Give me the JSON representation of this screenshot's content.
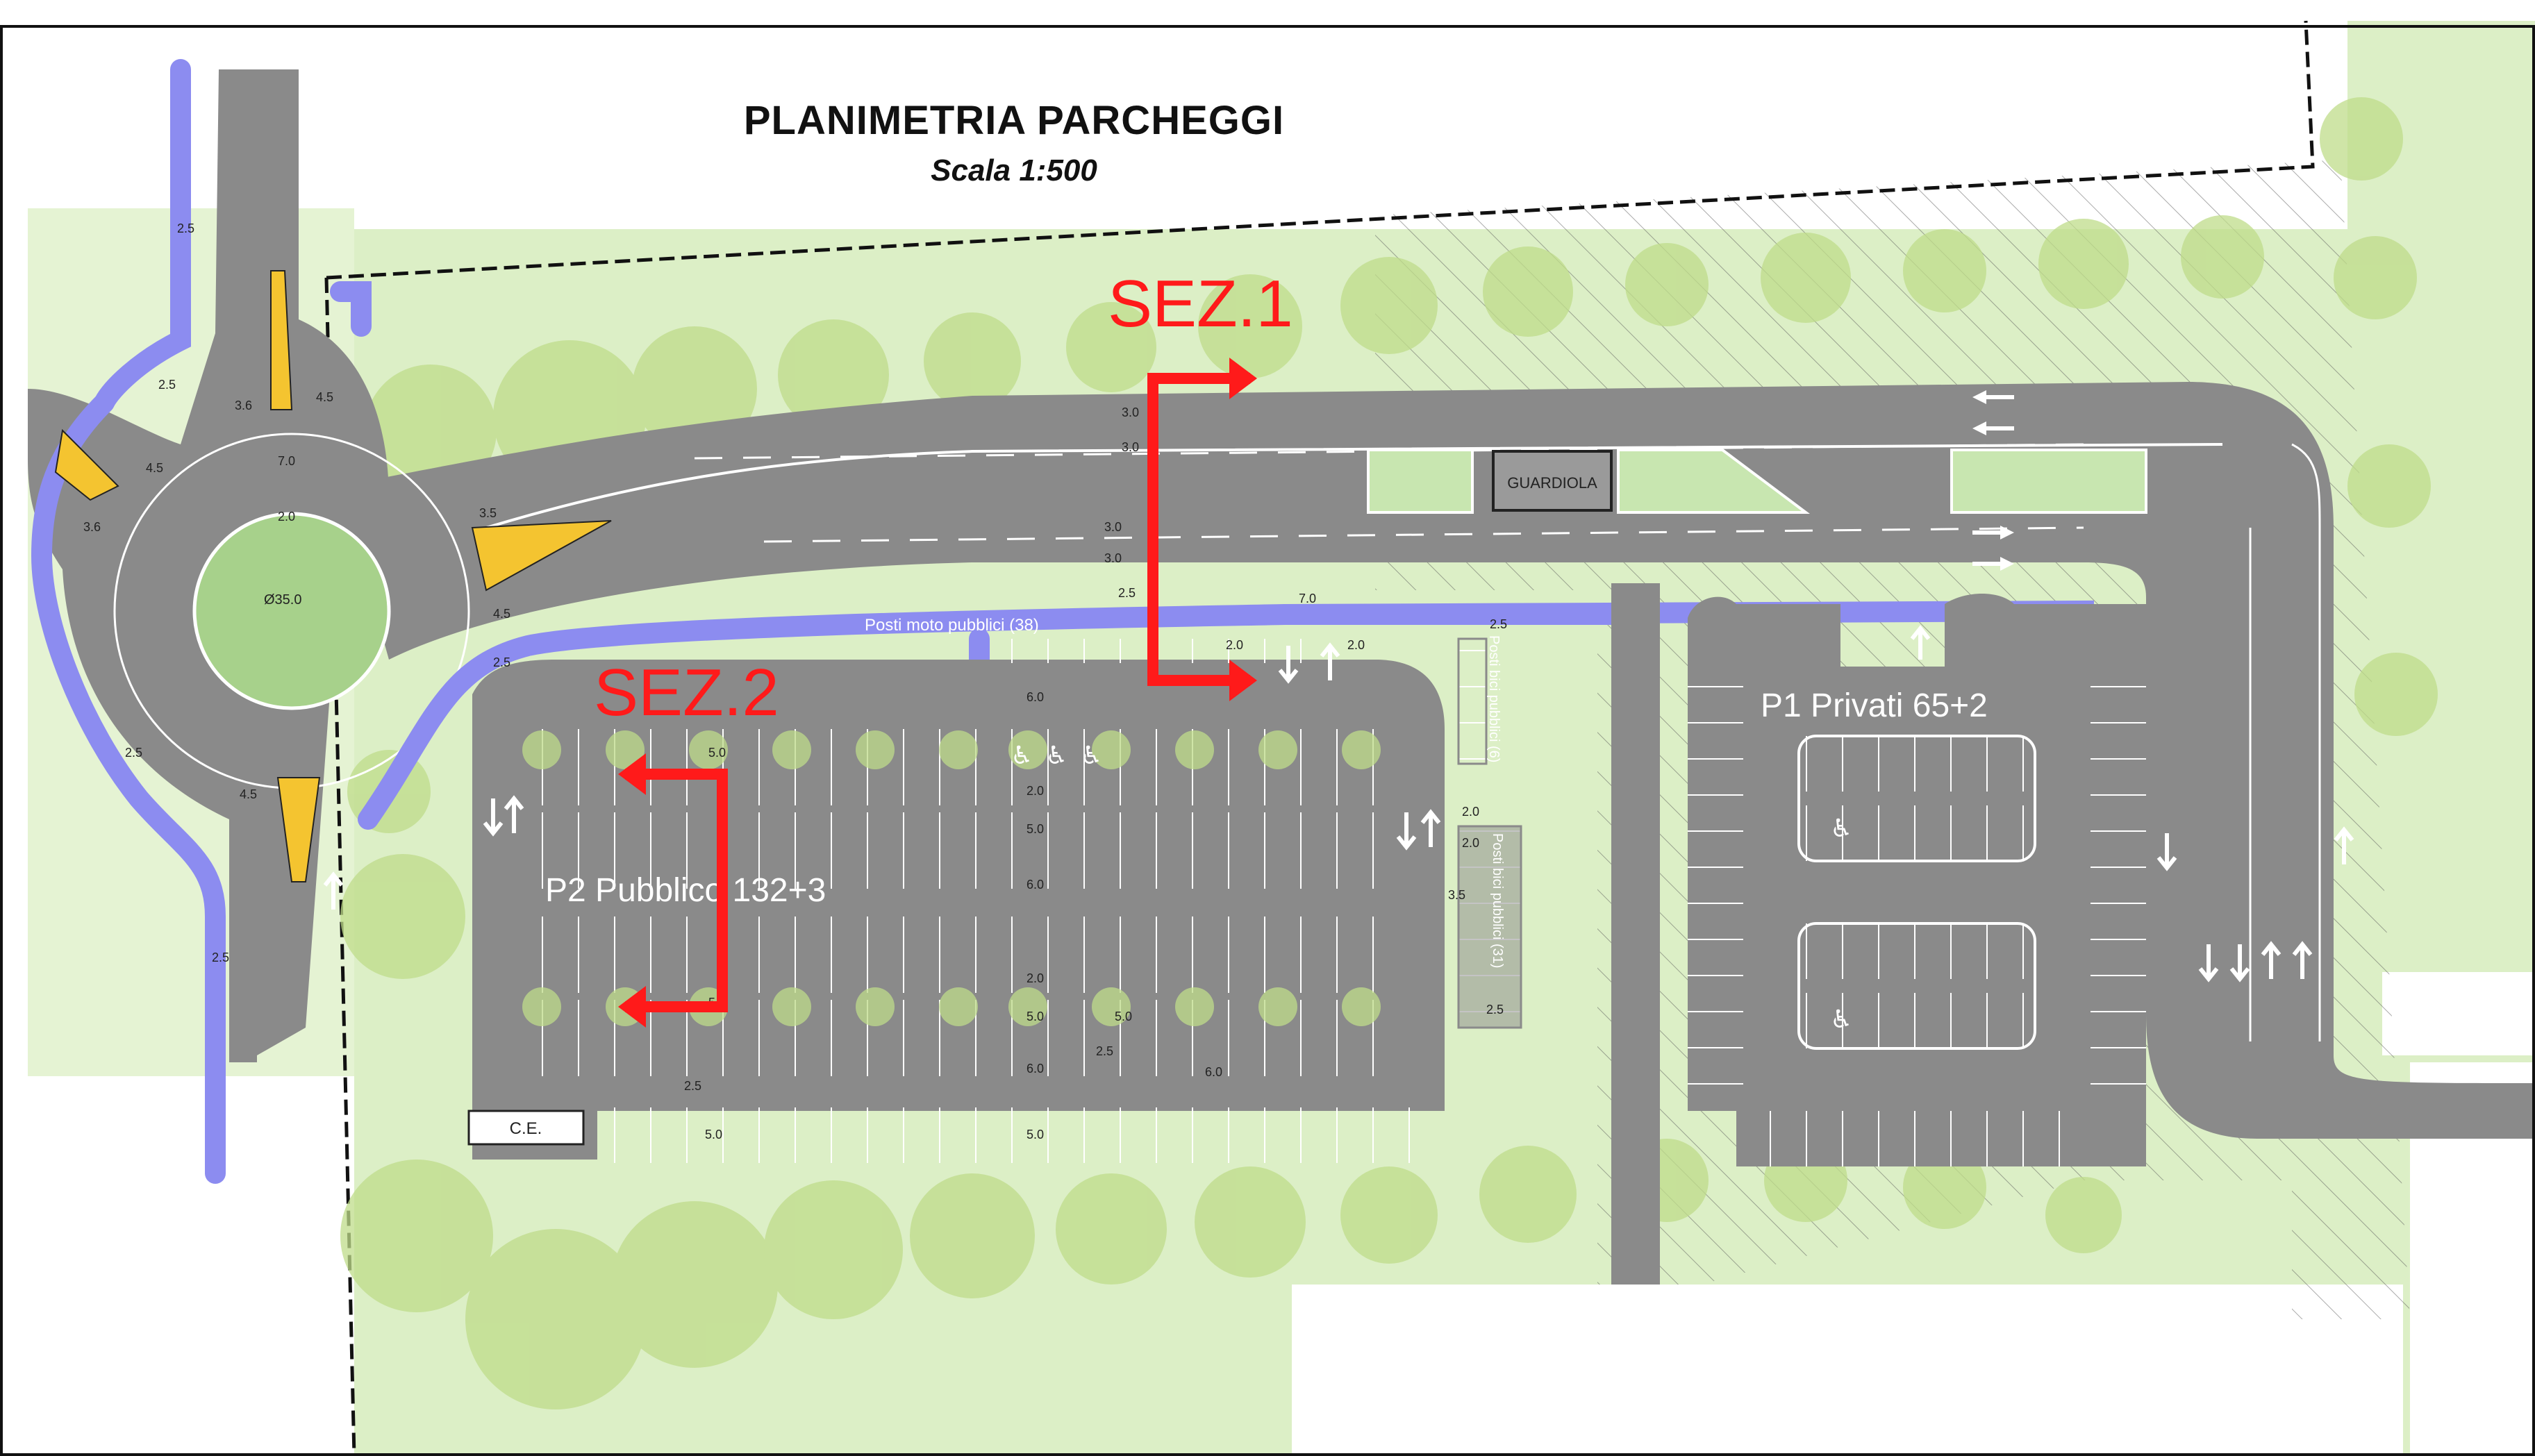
{
  "title": "PLANIMETRIA PARCHEGGI",
  "scale": "Scala 1:500",
  "sections": {
    "sez1": "SEZ.1",
    "sez2": "SEZ.2"
  },
  "parking": {
    "p2": "P2 Pubblico 132+3",
    "p1": "P1 Privati 65+2",
    "moto": "Posti moto pubblici (38)",
    "bici_a": "Posti bici pubblici (6)",
    "bici_b": "Posti bici pubblici (31)",
    "ce": "C.E."
  },
  "building": "GUARDIOLA",
  "roundabout_diameter": "Ø35.0",
  "dimensions": {
    "d25": "2.5",
    "d30": "3.0",
    "d35": "3.5",
    "d36": "3.6",
    "d45": "4.5",
    "d60": "6.0",
    "d50": "5.0",
    "d20": "2.0",
    "d70": "7.0"
  },
  "colors": {
    "asphalt": "#8a8a8a",
    "grass": "#dff0c8",
    "tree": "#c3df8f",
    "bike_lane": "#8c8cf0",
    "section_red": "#ff1a1a",
    "yellow": "#f4c430"
  }
}
